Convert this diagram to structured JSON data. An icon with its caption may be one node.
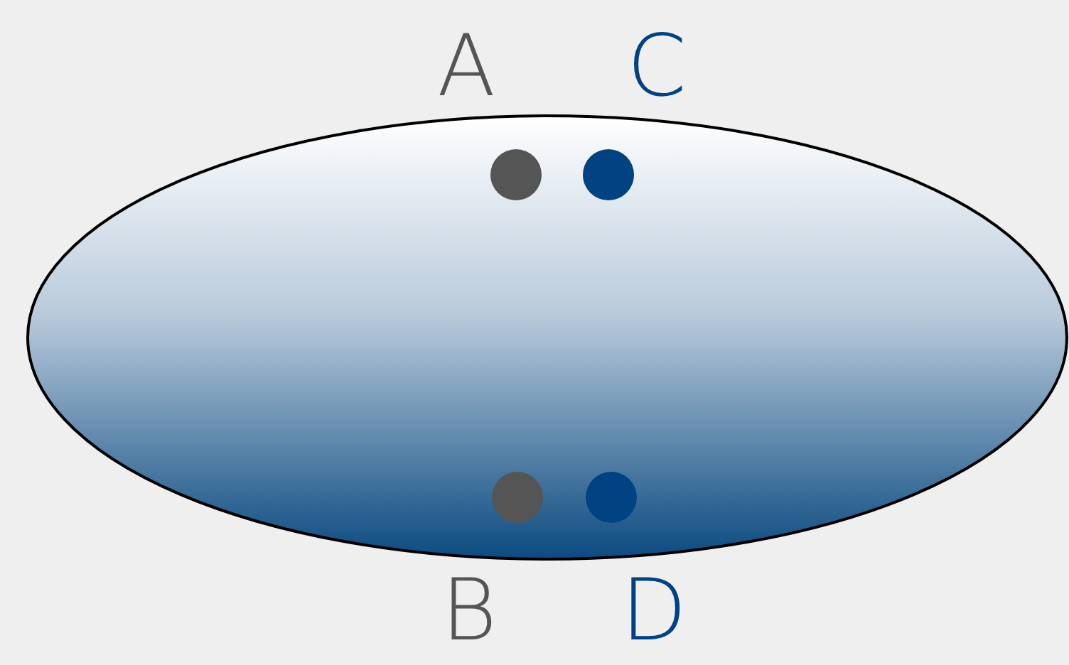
{
  "diagram": {
    "nodes": [
      {
        "text": [],
        "shape": "ellipse"
      },
      {
        "text": [],
        "shape": "circle",
        "in": 0,
        "beside": [
          "A"
        ]
      },
      {
        "text": [],
        "shape": "circle",
        "in": 0,
        "beside": [
          "C"
        ]
      },
      {
        "text": [],
        "shape": "circle",
        "in": 0,
        "beside": [
          "B"
        ]
      },
      {
        "text": [],
        "shape": "circle",
        "in": 0,
        "beside": [
          "D"
        ]
      }
    ],
    "edges": []
  }
}
